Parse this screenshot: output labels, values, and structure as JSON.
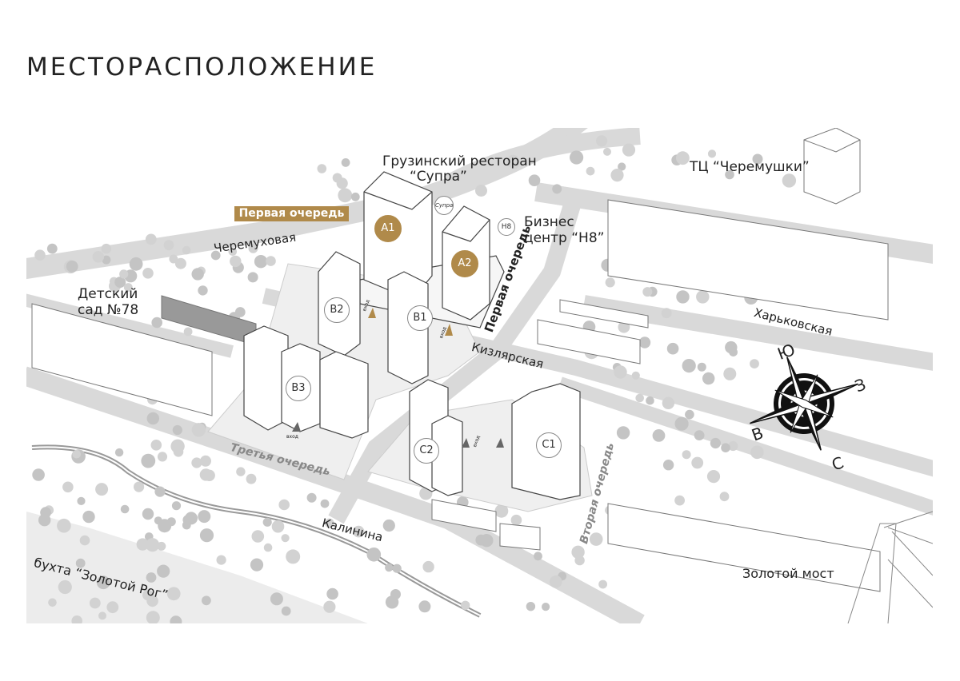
{
  "page_title": "МЕСТОРАСПОЛОЖЕНИЕ",
  "colors": {
    "accent": "#b08a4a",
    "road": "#d9d9d9",
    "tree": "#c4c4c4",
    "building_stroke": "#555555"
  },
  "labels": {
    "restaurant_line1": "Грузинский ресторан",
    "restaurant_line2": "“Супра”",
    "restaurant_logo": "Супра",
    "mall": "ТЦ “Черемушки”",
    "first_queue_badge": "Первая очередь",
    "business_line1": "Бизнес",
    "business_line2": "центр “H8”",
    "business_logo": "H8",
    "street_cheremukhovaya": "Черемуховая",
    "kindergarten_line1": "Детский",
    "kindergarten_line2": "сад №78",
    "first_queue_vertical": "Первая очередь",
    "street_kharkovskaya": "Харьковская",
    "street_kizlyarskaya": "Кизлярская",
    "third_queue": "Третья очередь",
    "street_kalinina": "Калинина",
    "second_queue": "Вторая очередь",
    "bay": "бухта “Золотой Рог”",
    "bridge": "Золотой мост",
    "entrance": "вход"
  },
  "buildings": {
    "a1": "A1",
    "a2": "A2",
    "b1": "B1",
    "b2": "B2",
    "b3": "B3",
    "c1": "C1",
    "c2": "C2"
  },
  "compass": {
    "north": "С",
    "south": "Ю",
    "east": "В",
    "west": "З"
  }
}
